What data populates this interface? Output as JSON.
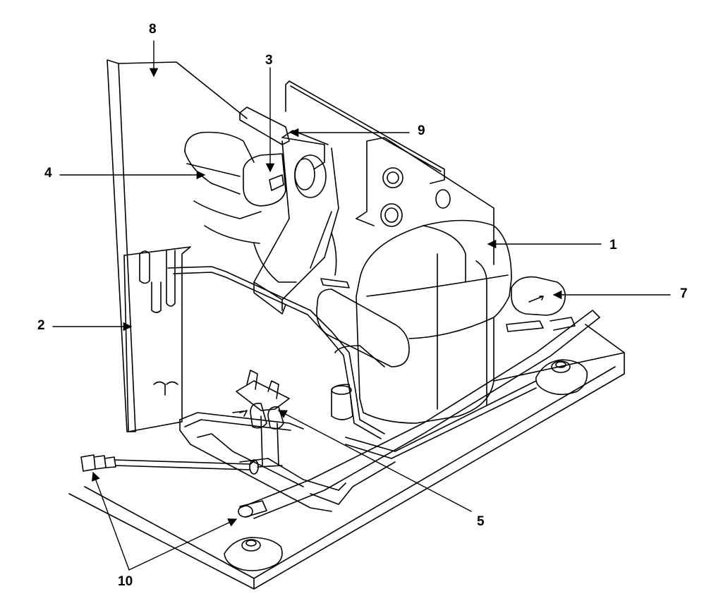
{
  "diagram": {
    "callouts": [
      {
        "id": "c1",
        "label": "1"
      },
      {
        "id": "c2",
        "label": "2"
      },
      {
        "id": "c3",
        "label": "3"
      },
      {
        "id": "c4",
        "label": "4"
      },
      {
        "id": "c5",
        "label": "5"
      },
      {
        "id": "c7",
        "label": "7"
      },
      {
        "id": "c8",
        "label": "8"
      },
      {
        "id": "c9",
        "label": "9"
      },
      {
        "id": "c10",
        "label": "10"
      }
    ]
  },
  "colors": {
    "ink": "#000000",
    "paper": "#ffffff"
  }
}
